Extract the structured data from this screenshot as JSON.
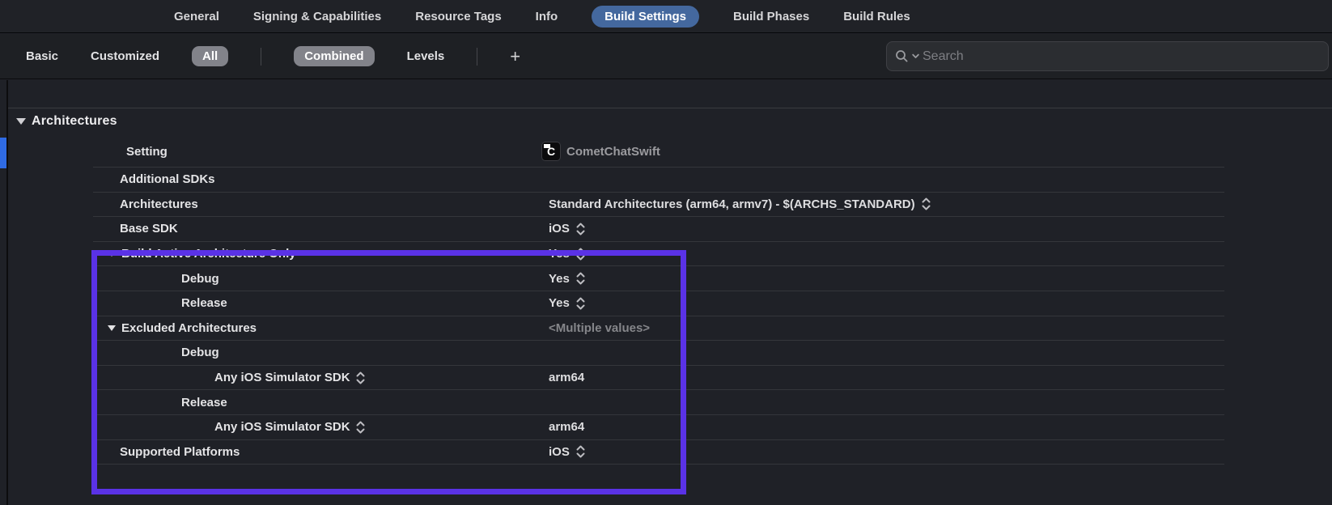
{
  "tab_bar": {
    "tabs": [
      {
        "label": "General",
        "selected": false
      },
      {
        "label": "Signing & Capabilities",
        "selected": false
      },
      {
        "label": "Resource Tags",
        "selected": false
      },
      {
        "label": "Info",
        "selected": false
      },
      {
        "label": "Build Settings",
        "selected": true
      },
      {
        "label": "Build Phases",
        "selected": false
      },
      {
        "label": "Build Rules",
        "selected": false
      }
    ]
  },
  "filter_bar": {
    "segments": [
      {
        "label": "Basic",
        "style": "plain"
      },
      {
        "label": "Customized",
        "style": "plain"
      },
      {
        "label": "All",
        "style": "pill",
        "selected": true
      },
      {
        "label": "Combined",
        "style": "pill",
        "selected": true
      },
      {
        "label": "Levels",
        "style": "plain"
      }
    ],
    "add_button_label": "+",
    "search": {
      "placeholder": "Search",
      "icon": "magnifier-with-scope-chevron"
    }
  },
  "settings_pane": {
    "section_header": {
      "label": "Architectures",
      "state": "expanded"
    },
    "column_header": {
      "setting_label": "Setting",
      "target_name": "CometChatSwift",
      "target_icon": "cometchat-target-icon",
      "target_icon_letter": "C"
    },
    "rows": [
      {
        "label": "Additional SDKs",
        "indent": 0,
        "value": "",
        "value_type": "none"
      },
      {
        "label": "Architectures",
        "indent": 0,
        "value": "Standard Architectures (arm64, armv7)  -  $(ARCHS_STANDARD)",
        "value_type": "stepper"
      },
      {
        "label": "Base SDK",
        "indent": 0,
        "value": "iOS",
        "value_type": "stepper"
      },
      {
        "label": "Build Active Architecture Only",
        "indent": 0,
        "disclosure": "expanded",
        "value": "Yes",
        "value_type": "stepper"
      },
      {
        "label": "Debug",
        "indent": 1,
        "value": "Yes",
        "value_type": "stepper"
      },
      {
        "label": "Release",
        "indent": 1,
        "value": "Yes",
        "value_type": "stepper"
      },
      {
        "label": "Excluded Architectures",
        "indent": 0,
        "disclosure": "expanded",
        "value": "<Multiple values>",
        "value_type": "muted"
      },
      {
        "label": "Debug",
        "indent": 1,
        "value": "",
        "value_type": "none"
      },
      {
        "label": "Any iOS Simulator SDK",
        "indent": 2,
        "label_stepper": true,
        "value": "arm64",
        "value_type": "plain"
      },
      {
        "label": "Release",
        "indent": 1,
        "value": "",
        "value_type": "none"
      },
      {
        "label": "Any iOS Simulator SDK",
        "indent": 2,
        "label_stepper": true,
        "value": "arm64",
        "value_type": "plain"
      },
      {
        "label": "Supported Platforms",
        "indent": 0,
        "value": "iOS",
        "value_type": "stepper"
      }
    ],
    "annotation": {
      "type": "highlight-box",
      "color": "#5a32e6"
    },
    "selection_strip_color": "#2f6be4"
  },
  "colors": {
    "selected_tab_bg": "#44689e",
    "segment_pill_bg": "#82838a",
    "highlight_box": "#5a32e6"
  }
}
